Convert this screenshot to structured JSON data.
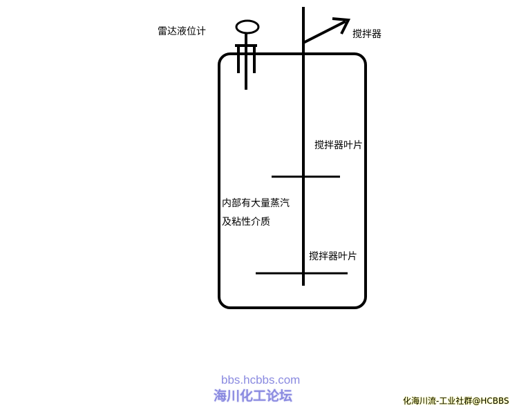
{
  "labels": {
    "radar_level_gauge": "雷达液位计",
    "agitator": "搅拌器",
    "agitator_blade_upper": "搅拌器叶片",
    "agitator_blade_lower": "搅拌器叶片",
    "contents_line1": "内部有大量蒸汽",
    "contents_line2": "及粘性介质"
  },
  "watermark": {
    "url": "bbs.hcbbs.com",
    "name": "海川化工论坛"
  },
  "credit": "化海川流-工业社群@HCBBS",
  "colors": {
    "stroke": "#000000",
    "watermark": "#8a8ae0",
    "credit_glow": "#ffff66"
  }
}
